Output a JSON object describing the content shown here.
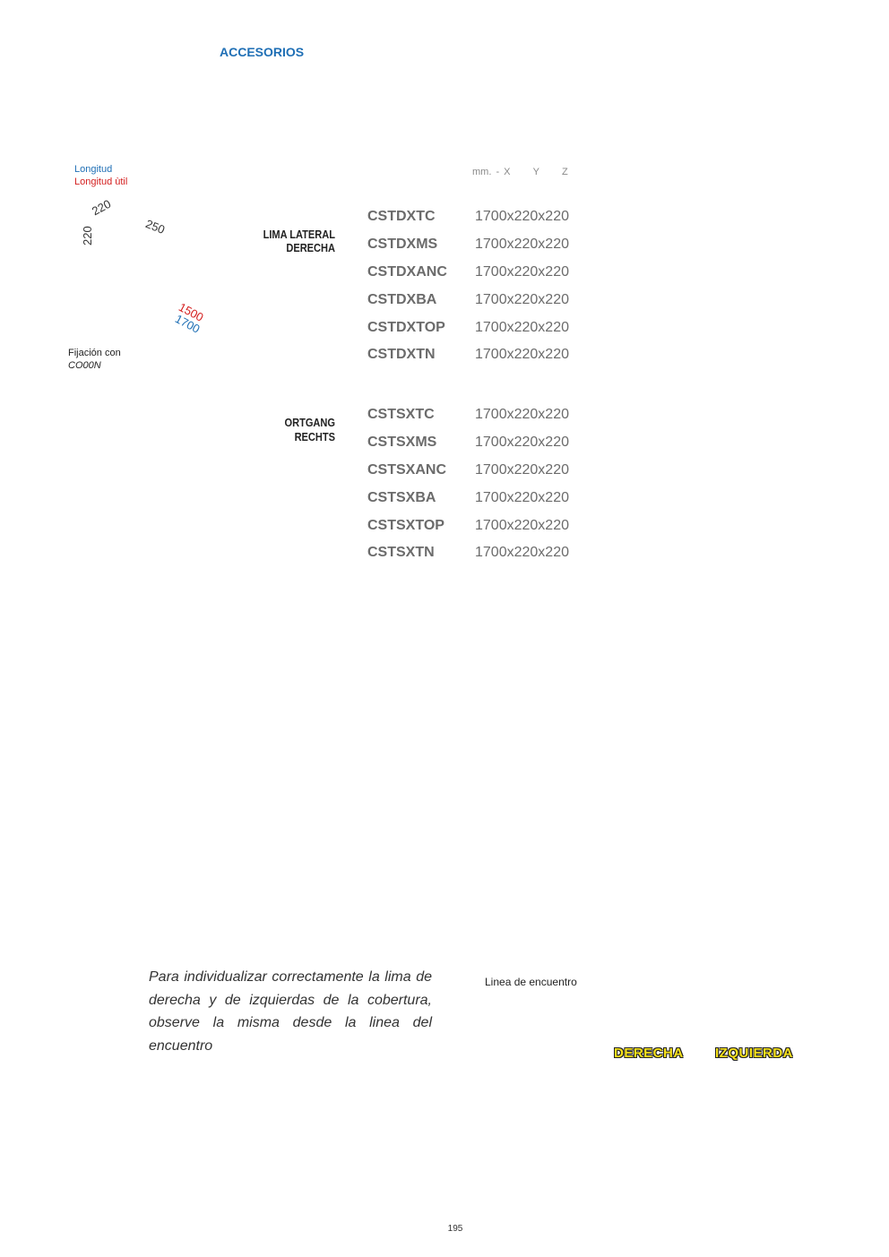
{
  "header": {
    "section": "ACCESORIOS"
  },
  "legend": {
    "length": "Longitud",
    "useful_length": "Longitud ùtil"
  },
  "dimensions": {
    "width_a": "220",
    "width_b": "220",
    "overlap": "250",
    "useful_length": "1500",
    "length": "1700"
  },
  "fixing": {
    "label": "Fijación con",
    "code": "CO00N"
  },
  "units_header": "mm. - X     Y     Z",
  "groups": [
    {
      "title_line1": "LIMA LATERAL",
      "title_line2": "DERECHA",
      "items": [
        {
          "code": "CSTDXTC",
          "size": "1700x220x220"
        },
        {
          "code": "CSTDXMS",
          "size": "1700x220x220"
        },
        {
          "code": "CSTDXANC",
          "size": "1700x220x220"
        },
        {
          "code": "CSTDXBA",
          "size": "1700x220x220"
        },
        {
          "code": "CSTDXTOP",
          "size": "1700x220x220"
        },
        {
          "code": "CSTDXTN",
          "size": "1700x220x220"
        }
      ]
    },
    {
      "title_line1": "ORTGANG",
      "title_line2": "RECHTS",
      "items": [
        {
          "code": "CSTSXTC",
          "size": "1700x220x220"
        },
        {
          "code": "CSTSXMS",
          "size": "1700x220x220"
        },
        {
          "code": "CSTSXANC",
          "size": "1700x220x220"
        },
        {
          "code": "CSTSXBA",
          "size": "1700x220x220"
        },
        {
          "code": "CSTSXTOP",
          "size": "1700x220x220"
        },
        {
          "code": "CSTSXTN",
          "size": "1700x220x220"
        }
      ]
    }
  ],
  "note": "Para individualizar correctamente la lima de derecha y de izquierdas de la cobertura, observe la misma desde la linea del encuentro",
  "meeting_line_label": "Linea de encuentro",
  "side_labels": {
    "right": "DERECHA",
    "left": "IZQUIERDA"
  },
  "page_number": "195",
  "colors": {
    "accent_blue": "#1f6fb5",
    "accent_red": "#d42020",
    "label_yellow": "#f7e21b"
  }
}
